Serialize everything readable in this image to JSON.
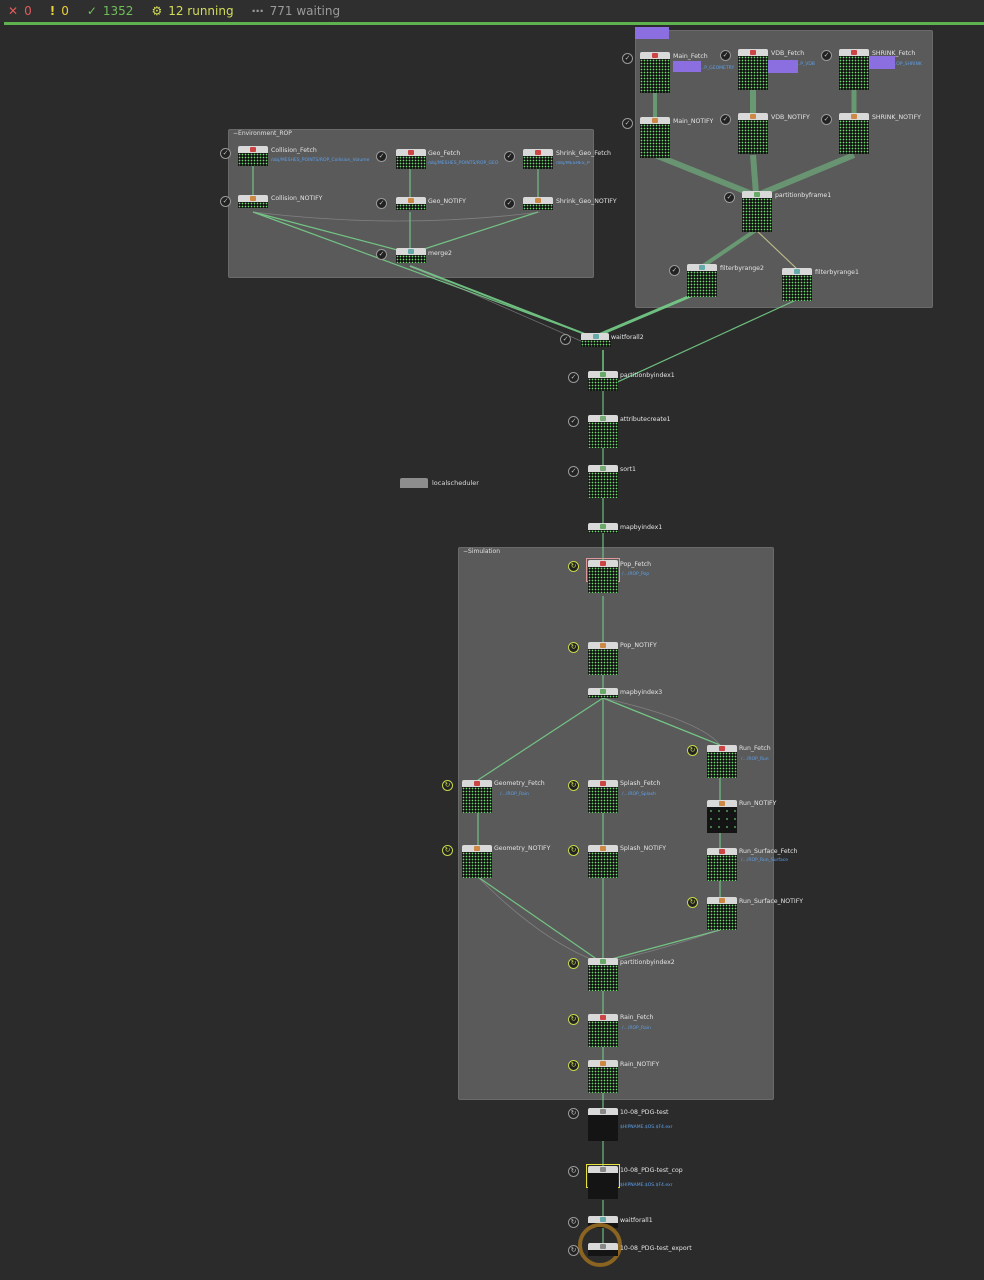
{
  "status": {
    "errors": "0",
    "warnings": "0",
    "done": "1352",
    "running": "12 running",
    "waiting": "771 waiting"
  },
  "colors": {
    "accent": "#5fb34e",
    "error": "#e05a5a",
    "warning": "#e8d03a",
    "wire": "#76d08a"
  },
  "boxes": {
    "environment": "Environment_ROP",
    "simulation": "Simulation"
  },
  "nodes": {
    "collision_fetch": {
      "label": "Collision_Fetch",
      "path": "/obj/MESHES_POINTS/ROP_Collision_Volume"
    },
    "collision_notify": {
      "label": "Collision_NOTIFY"
    },
    "geo_fetch": {
      "label": "Geo_Fetch",
      "path": "/obj/MESHES_POINTS/ROP_GEO"
    },
    "geo_notify": {
      "label": "Geo_NOTIFY"
    },
    "shrink_geo_fetch": {
      "label": "Shrink_Geo_Fetch",
      "path": "/obj/MESHES_POINTS/ROP_Shrink_GEO"
    },
    "shrink_geo_notify": {
      "label": "Shrink_Geo_NOTIFY"
    },
    "merge2": {
      "label": "merge2"
    },
    "main_fetch": {
      "label": "Main_Fetch",
      "path": "...P_GEOMETRY"
    },
    "vdb_fetch": {
      "label": "VDB_Fetch",
      "path": "...P_VDB"
    },
    "shrink_fetch": {
      "label": "SHRINK_Fetch",
      "path": "...OP_SHRINK"
    },
    "main_notify": {
      "label": "Main_NOTIFY"
    },
    "vdb_notify": {
      "label": "VDB_NOTIFY"
    },
    "shrink_notify": {
      "label": "SHRINK_NOTIFY"
    },
    "partitionbyframe1": {
      "label": "partitionbyframe1"
    },
    "filterbyrange2": {
      "label": "filterbyrange2"
    },
    "filterbyrange1": {
      "label": "filterbyrange1"
    },
    "waitforall2": {
      "label": "waitforall2"
    },
    "partitionbyindex1": {
      "label": "partitionbyindex1"
    },
    "attributecreate1": {
      "label": "attributecreate1"
    },
    "sort1": {
      "label": "sort1"
    },
    "localscheduler": {
      "label": "localscheduler"
    },
    "mapbyindex1": {
      "label": "mapbyindex1"
    },
    "pop_fetch": {
      "label": "Pop_Fetch",
      "path": "/.../ROP_Pop"
    },
    "pop_notify": {
      "label": "Pop_NOTIFY"
    },
    "mapbyindex3": {
      "label": "mapbyindex3"
    },
    "run_fetch": {
      "label": "Run_Fetch",
      "path": "/.../ROP_Run"
    },
    "run_notify": {
      "label": "Run_NOTIFY"
    },
    "geometry_fetch": {
      "label": "Geometry_Fetch",
      "path": "/.../ROP_Rain"
    },
    "splash_fetch": {
      "label": "Splash_Fetch",
      "path": "/.../ROP_Splash"
    },
    "run_surface_fetch": {
      "label": "Run_Surface_Fetch",
      "path": "/.../ROP_Run_Surface"
    },
    "geometry_notify": {
      "label": "Geometry_NOTIFY"
    },
    "splash_notify": {
      "label": "Splash_NOTIFY"
    },
    "run_surface_notify": {
      "label": "Run_Surface_NOTIFY"
    },
    "partitionbyindex2": {
      "label": "partitionbyindex2"
    },
    "rain_fetch": {
      "label": "Rain_Fetch",
      "path": "/.../ROP_Rain"
    },
    "rain_notify": {
      "label": "Rain_NOTIFY"
    },
    "pdg_test": {
      "label": "10-08_PDG-test",
      "path": "$HIPNAME.$OS.$F4.exr"
    },
    "pdg_test_cop": {
      "label": "10-08_PDG-test_cop",
      "path": "$HIPNAME.$OS.$F4.exr"
    },
    "waitforall1": {
      "label": "waitforall1"
    },
    "pdg_test_export": {
      "label": "10-08_PDG-test_export"
    }
  }
}
